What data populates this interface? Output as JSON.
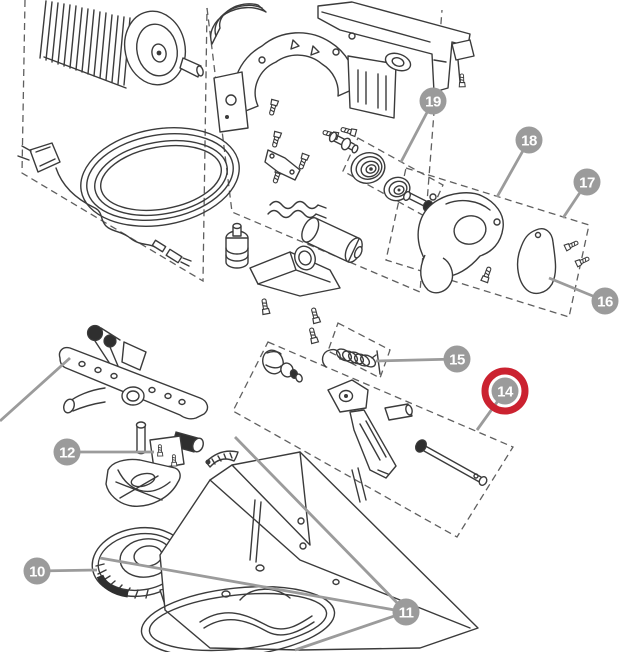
{
  "diagram": {
    "description": "Exploded parts diagram of a slicer machine with numbered callouts",
    "badges": [
      {
        "number": "10",
        "highlighted": false
      },
      {
        "number": "11",
        "highlighted": false
      },
      {
        "number": "12",
        "highlighted": false
      },
      {
        "number": "14",
        "highlighted": true
      },
      {
        "number": "15",
        "highlighted": false
      },
      {
        "number": "16",
        "highlighted": false
      },
      {
        "number": "17",
        "highlighted": false
      },
      {
        "number": "18",
        "highlighted": false
      },
      {
        "number": "19",
        "highlighted": false
      }
    ],
    "highlighted_part_number": "14",
    "colors": {
      "badge_fill": "#9b9b9b",
      "badge_text": "#ffffff",
      "highlight_ring": "#cb2230",
      "line_art": "#3b3b3b",
      "leader_line": "#9b9b9b",
      "dashed_box": "#5f5f5f",
      "background": "#ffffff"
    }
  }
}
